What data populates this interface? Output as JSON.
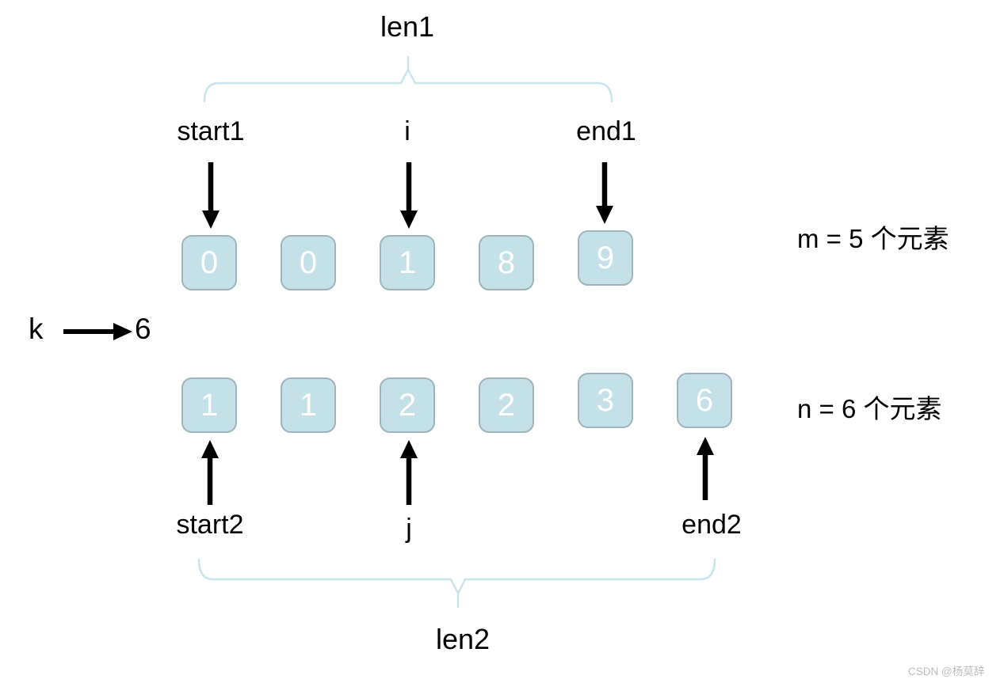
{
  "diagram": {
    "array1": {
      "len_label": "len1",
      "pointer_start": "start1",
      "pointer_mid": "i",
      "pointer_end": "end1",
      "cells": [
        "0",
        "0",
        "1",
        "8",
        "9"
      ],
      "count_label": "m = 5 个元素"
    },
    "k_pointer": {
      "label": "k",
      "value": "6"
    },
    "array2": {
      "len_label": "len2",
      "pointer_start": "start2",
      "pointer_mid": "j",
      "pointer_end": "end2",
      "cells": [
        "1",
        "1",
        "2",
        "2",
        "3",
        "6"
      ],
      "count_label": "n = 6 个元素"
    },
    "watermark": "CSDN @杨莫辞",
    "colors": {
      "box_fill": "#c4e1e7",
      "box_border": "#a0b4bb",
      "brace": "#c8e5ec",
      "arrow": "#000000",
      "text": "#000000",
      "watermark_color": "#bdbdbd"
    }
  }
}
